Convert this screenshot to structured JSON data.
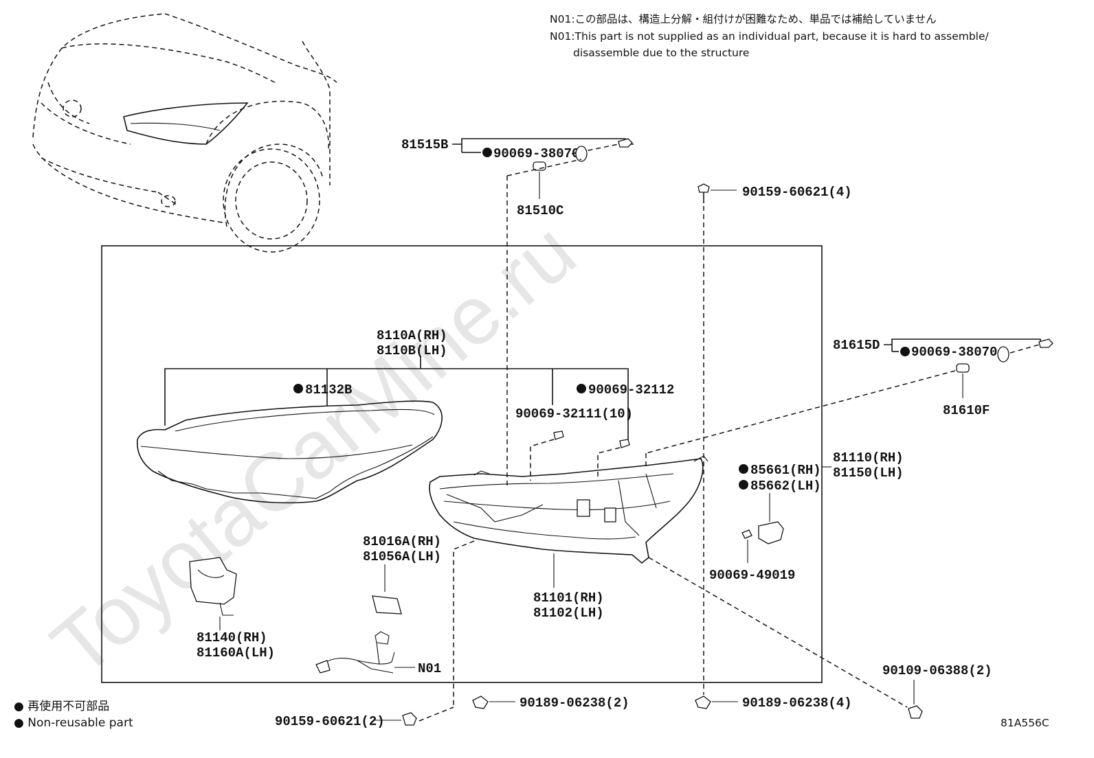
{
  "watermark": "ToyotaCarMine.ru",
  "notes": {
    "line1_jp": "N01:この部品は、構造上分解・組付けが困難なため、単品では補給していません",
    "line2_en": "N01:This part is not supplied as an individual part, because it is hard to assemble/",
    "line3_en": "disassemble due to the structure"
  },
  "legend": {
    "jp": "● 再使用不可部品",
    "en": "● Non-reusable part"
  },
  "diagram_code": "81A556C",
  "labels": {
    "p81515B": "81515B",
    "p90069_38070_top": "90069-38070",
    "p81510C": "81510C",
    "p90159_60621_4": "90159-60621(4)",
    "p8110A": "8110A(RH)",
    "p8110B": "8110B(LH)",
    "p81132B": "81132B",
    "p90069_32112": "90069-32112",
    "p90069_32111": "90069-32111(10)",
    "p81615D": "81615D",
    "p90069_38070_right": "90069-38070",
    "p81610F": "81610F",
    "p81110": "81110(RH)",
    "p81150": "81150(LH)",
    "p85661": "85661(RH)",
    "p85662": "85662(LH)",
    "p90069_49019": "90069-49019",
    "p81016A": "81016A(RH)",
    "p81056A": "81056A(LH)",
    "p81101": "81101(RH)",
    "p81102": "81102(LH)",
    "p81140": "81140(RH)",
    "p81160A": "81160A(LH)",
    "pN01": "N01",
    "p90109_06388": "90109-06388(2)",
    "p90159_60621_2": "90159-60621(2)",
    "p90189_06238_2": "90189-06238(2)",
    "p90189_06238_4": "90189-06238(4)"
  }
}
